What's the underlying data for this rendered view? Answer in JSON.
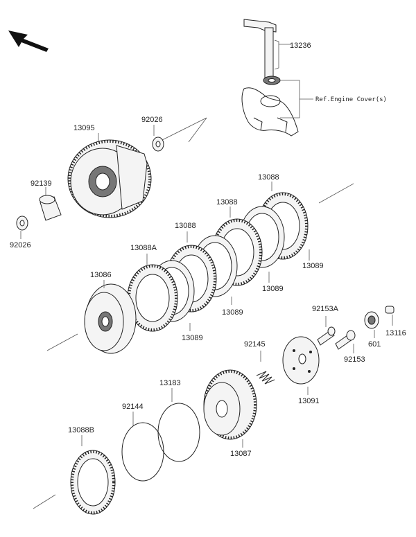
{
  "diagram": {
    "direction_arrow": "arrow-up-left-icon",
    "labels": {
      "p13236": "13236",
      "ref_engine_cover": "Ref.Engine Cover(s)",
      "p13095": "13095",
      "p92026_top": "92026",
      "p92139": "92139",
      "p92026_left": "92026",
      "p13088_a": "13088",
      "p13088_b": "13088",
      "p13088_c": "13088",
      "p13088A": "13088A",
      "p13086": "13086",
      "p13089_a": "13089",
      "p13089_b": "13089",
      "p13089_c": "13089",
      "p13089_d": "13089",
      "p92153A": "92153A",
      "p92145": "92145",
      "p92153": "92153",
      "p601": "601",
      "p13116": "13116",
      "p13091": "13091",
      "p13183": "13183",
      "p92144": "92144",
      "p13087": "13087",
      "p13088B": "13088B"
    }
  }
}
